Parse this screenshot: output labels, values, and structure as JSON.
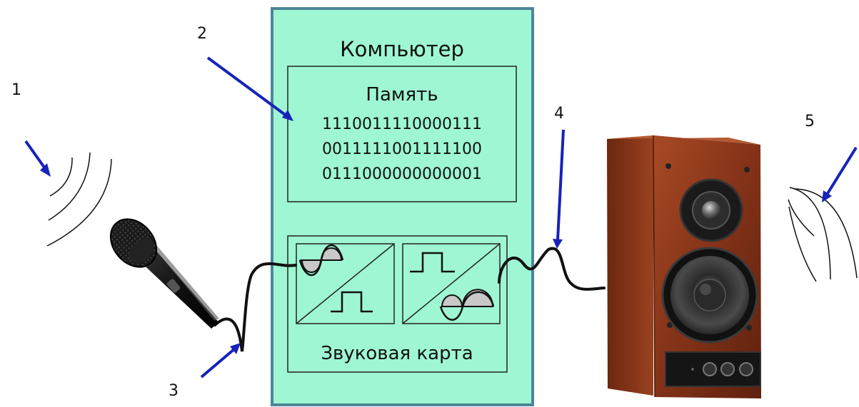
{
  "computer": {
    "title": "Компьютер",
    "fill": "#9ef7d2",
    "border": "#4e8598"
  },
  "memory": {
    "title": "Память",
    "lines": [
      "1110011110000111",
      "0011111001111100",
      "0111000000000001"
    ]
  },
  "sound_card": {
    "label": "Звуковая карта"
  },
  "callouts": [
    "1",
    "2",
    "3",
    "4",
    "5"
  ],
  "colors": {
    "arrow": "#1723b8",
    "cable": "#111111",
    "speaker_wood": "#8a3518",
    "wave_shape": "#c8c8c8"
  },
  "icons": [
    "microphone-icon",
    "speaker-icon",
    "sound-wave-icon",
    "analog-to-digital-icon",
    "digital-to-analog-icon"
  ]
}
